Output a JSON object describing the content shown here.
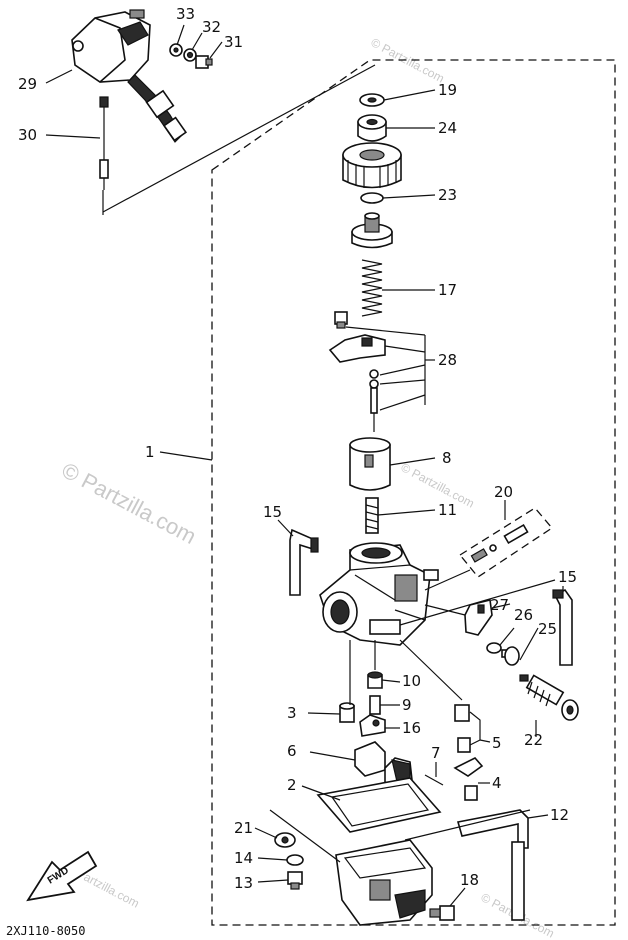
{
  "diagram": {
    "callouts": [
      {
        "id": "p1",
        "label": "1"
      },
      {
        "id": "p2",
        "label": "2"
      },
      {
        "id": "p3",
        "label": "3"
      },
      {
        "id": "p4",
        "label": "4"
      },
      {
        "id": "p5",
        "label": "5"
      },
      {
        "id": "p6",
        "label": "6"
      },
      {
        "id": "p7",
        "label": "7"
      },
      {
        "id": "p8",
        "label": "8"
      },
      {
        "id": "p9",
        "label": "9"
      },
      {
        "id": "p10",
        "label": "10"
      },
      {
        "id": "p11",
        "label": "11"
      },
      {
        "id": "p12",
        "label": "12"
      },
      {
        "id": "p13",
        "label": "13"
      },
      {
        "id": "p14",
        "label": "14"
      },
      {
        "id": "p15a",
        "label": "15"
      },
      {
        "id": "p15b",
        "label": "15"
      },
      {
        "id": "p16",
        "label": "16"
      },
      {
        "id": "p17",
        "label": "17"
      },
      {
        "id": "p18",
        "label": "18"
      },
      {
        "id": "p19",
        "label": "19"
      },
      {
        "id": "p20",
        "label": "20"
      },
      {
        "id": "p21",
        "label": "21"
      },
      {
        "id": "p22",
        "label": "22"
      },
      {
        "id": "p23",
        "label": "23"
      },
      {
        "id": "p24",
        "label": "24"
      },
      {
        "id": "p25",
        "label": "25"
      },
      {
        "id": "p26",
        "label": "26"
      },
      {
        "id": "p27",
        "label": "27"
      },
      {
        "id": "p28",
        "label": "28"
      },
      {
        "id": "p29",
        "label": "29"
      },
      {
        "id": "p30",
        "label": "30"
      },
      {
        "id": "p31",
        "label": "31"
      },
      {
        "id": "p32",
        "label": "32"
      },
      {
        "id": "p33",
        "label": "33"
      }
    ],
    "diagram_code": "2XJ110-8050",
    "fwd_label": "FWD",
    "watermark_main": "© Partzilla.com",
    "watermark_small": "© Partzilla.com"
  }
}
